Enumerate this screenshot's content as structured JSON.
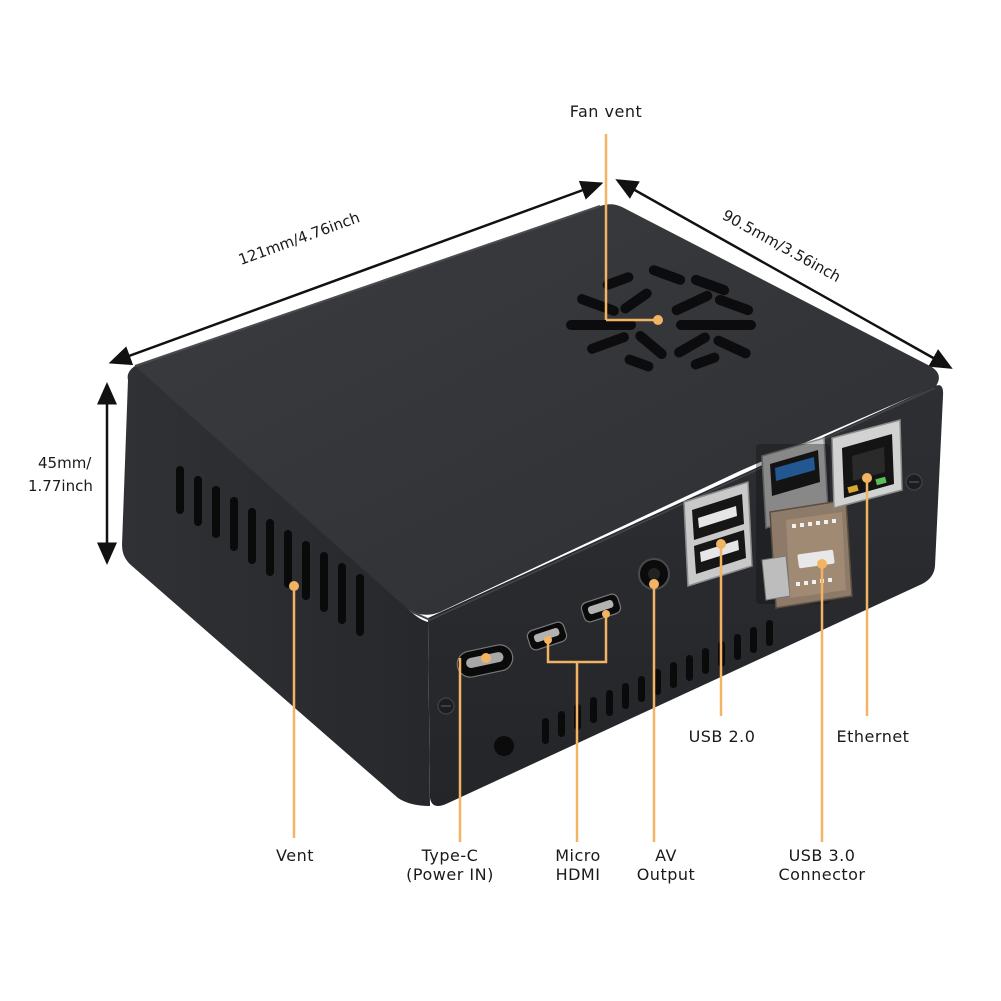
{
  "dimensions": {
    "length": "121mm/4.76inch",
    "width": "90.5mm/3.56inch",
    "height_line1": "45mm/",
    "height_line2": "1.77inch"
  },
  "callouts": {
    "fan_vent": "Fan vent",
    "vent": "Vent",
    "type_c_line1": "Type-C",
    "type_c_line2": "(Power IN)",
    "micro_hdmi_line1": "Micro",
    "micro_hdmi_line2": "HDMI",
    "av_line1": "AV",
    "av_line2": "Output",
    "usb2": "USB 2.0",
    "usb3_line1": "USB 3.0",
    "usb3_line2": "Connector",
    "ethernet": "Ethernet"
  },
  "colors": {
    "case": "#2b2d30",
    "case_top": "#34363a",
    "leader_line": "#f2b463",
    "dimension_line": "#111111"
  }
}
